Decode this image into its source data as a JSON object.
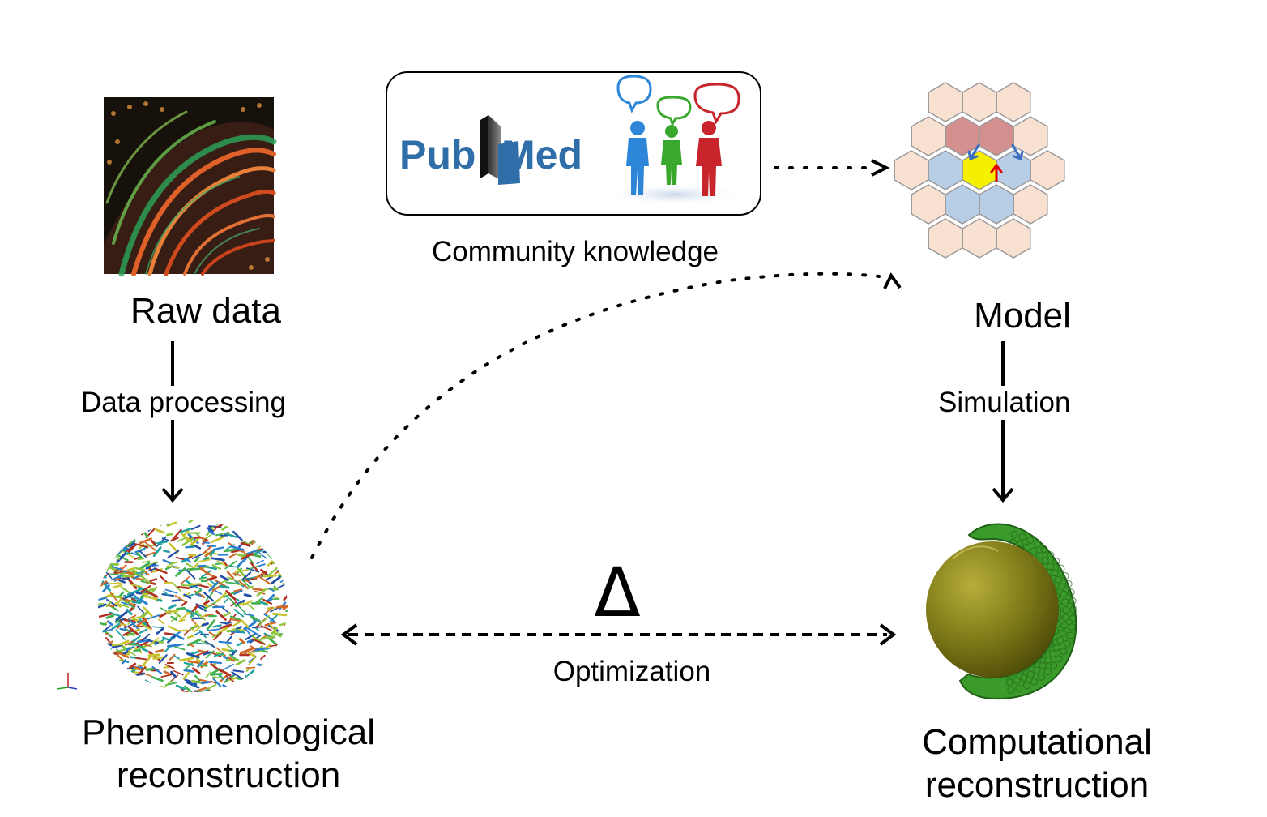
{
  "nodes": {
    "raw_data": {
      "label": "Raw data"
    },
    "community": {
      "label": "Community knowledge"
    },
    "model": {
      "label": "Model"
    },
    "phenomenological": {
      "line1": "Phenomenological",
      "line2": "reconstruction"
    },
    "computational": {
      "line1": "Computational",
      "line2": "reconstruction"
    }
  },
  "edges": {
    "data_processing": {
      "label": "Data processing"
    },
    "simulation": {
      "label": "Simulation"
    },
    "optimization": {
      "label": "Optimization",
      "symbol": "Δ"
    }
  },
  "logos": {
    "pubmed": {
      "part1": "Pub",
      "part2": "Med"
    }
  },
  "colors": {
    "pubmed_blue": "#2f6ea8",
    "person_blue": "#2e86d8",
    "person_green": "#3aa82f",
    "person_red": "#c8242b",
    "hex_outer": "#f9e1d2",
    "hex_red": "#d4908f",
    "hex_blue": "#b8cde6",
    "hex_yellow": "#f5ef00",
    "sphere_olive": "#6b6a12",
    "shell_green": "#3a9a2a"
  }
}
